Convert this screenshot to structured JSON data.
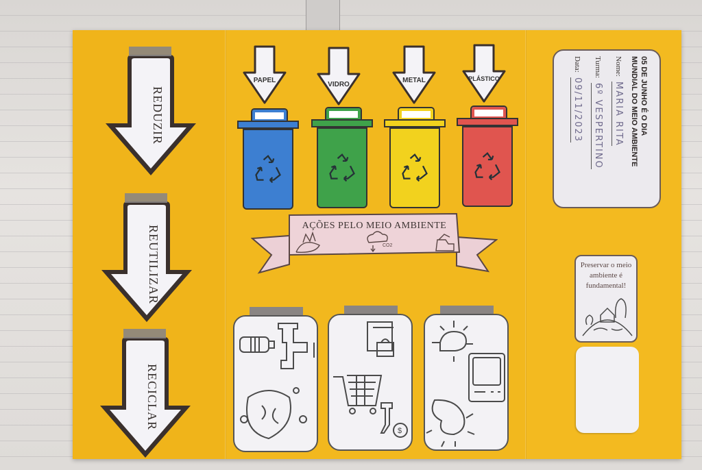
{
  "lapbook": {
    "left_panel": {
      "arrows": [
        {
          "label": "REDUZIR"
        },
        {
          "label": "REUTILIZAR"
        },
        {
          "label": "RECICLAR"
        }
      ]
    },
    "center_panel": {
      "bins": [
        {
          "label": "PAPEL",
          "color": "#3d7fd1"
        },
        {
          "label": "VIDRO",
          "color": "#3fa24a"
        },
        {
          "label": "METAL",
          "color": "#f2d21e"
        },
        {
          "label": "PLÁSTICO",
          "color": "#e0554f"
        }
      ],
      "banner": {
        "title": "AÇÕES PELO MEIO AMBIENTE",
        "icons": [
          "nature-landscape-icon",
          "co2-cloud-icon",
          "recycling-truck-icon"
        ]
      },
      "jar_cards": [
        {
          "theme": "water-saving",
          "icons": [
            "plastic-bottle-icon",
            "water-tap-icon",
            "polluted-earth-icon"
          ]
        },
        {
          "theme": "conscious-consumption",
          "icons": [
            "shopping-bags-icon",
            "shopping-cart-icon",
            "hand-coin-icon"
          ]
        },
        {
          "theme": "energy-saving",
          "icons": [
            "light-bulb-icon",
            "television-icon",
            "sad-sun-icon"
          ]
        }
      ]
    },
    "right_panel": {
      "info_card": {
        "title_line1": "05 DE JUNHO É O DIA",
        "title_line2": "MUNDIAL DO MEIO AMBIENTE",
        "name_label": "Nome:",
        "name_value": "MARIA RITA",
        "class_label": "Turma:",
        "class_value": "6º VESPERTINO",
        "date_label": "Data:",
        "date_value": "09/11/2023"
      },
      "message_card": {
        "text": "Preservar o meio ambiente é fundamental!"
      }
    },
    "colors": {
      "board_yellow": "#f1b71c",
      "outline": "#3a3230",
      "banner_pink": "#eed3d8"
    }
  }
}
